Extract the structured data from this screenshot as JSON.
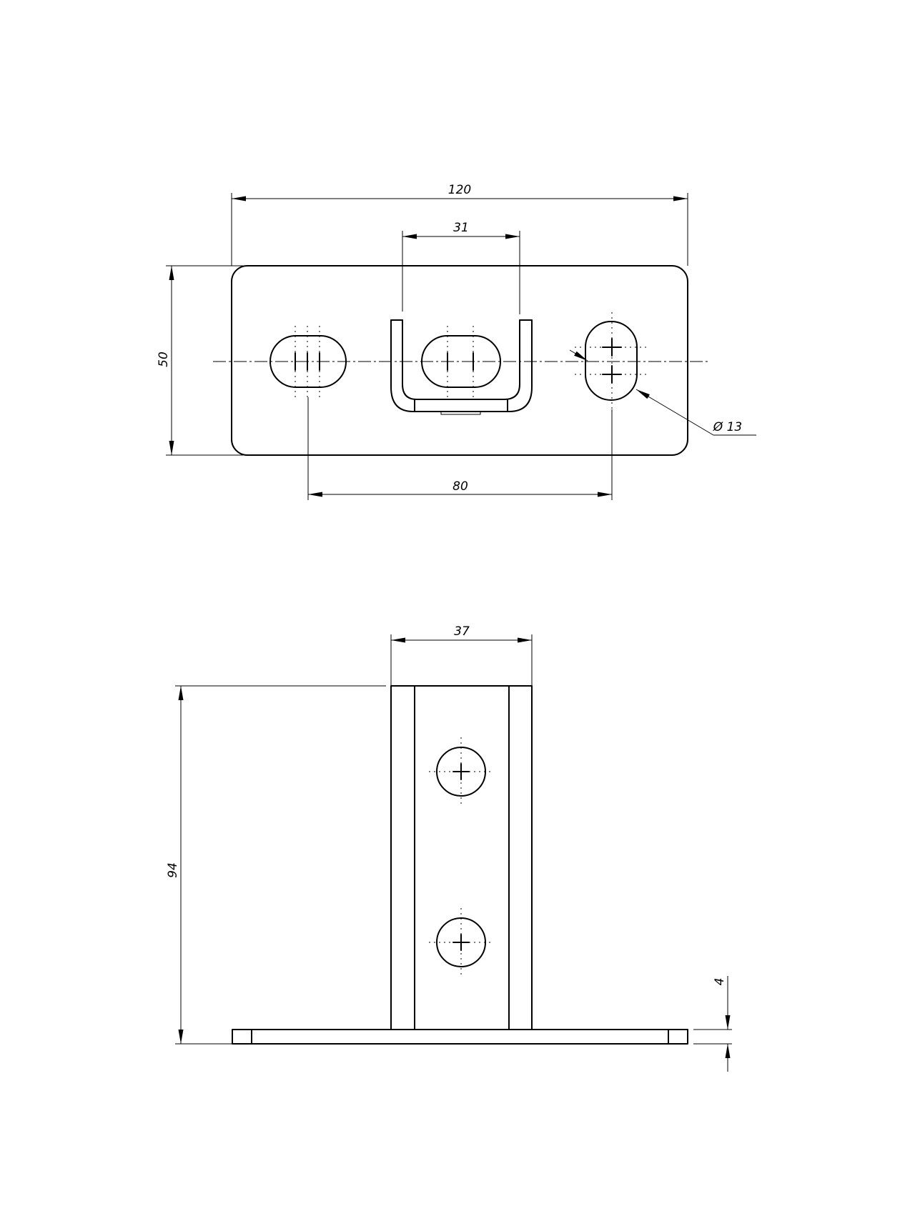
{
  "drawing": {
    "top_view": {
      "overall_length": "120",
      "overall_width": "50",
      "channel_width": "31",
      "hole_spacing": "80",
      "hole_diameter": "Ø 13"
    },
    "front_view": {
      "post_width": "37",
      "height": "94",
      "base_thickness": "4"
    }
  }
}
